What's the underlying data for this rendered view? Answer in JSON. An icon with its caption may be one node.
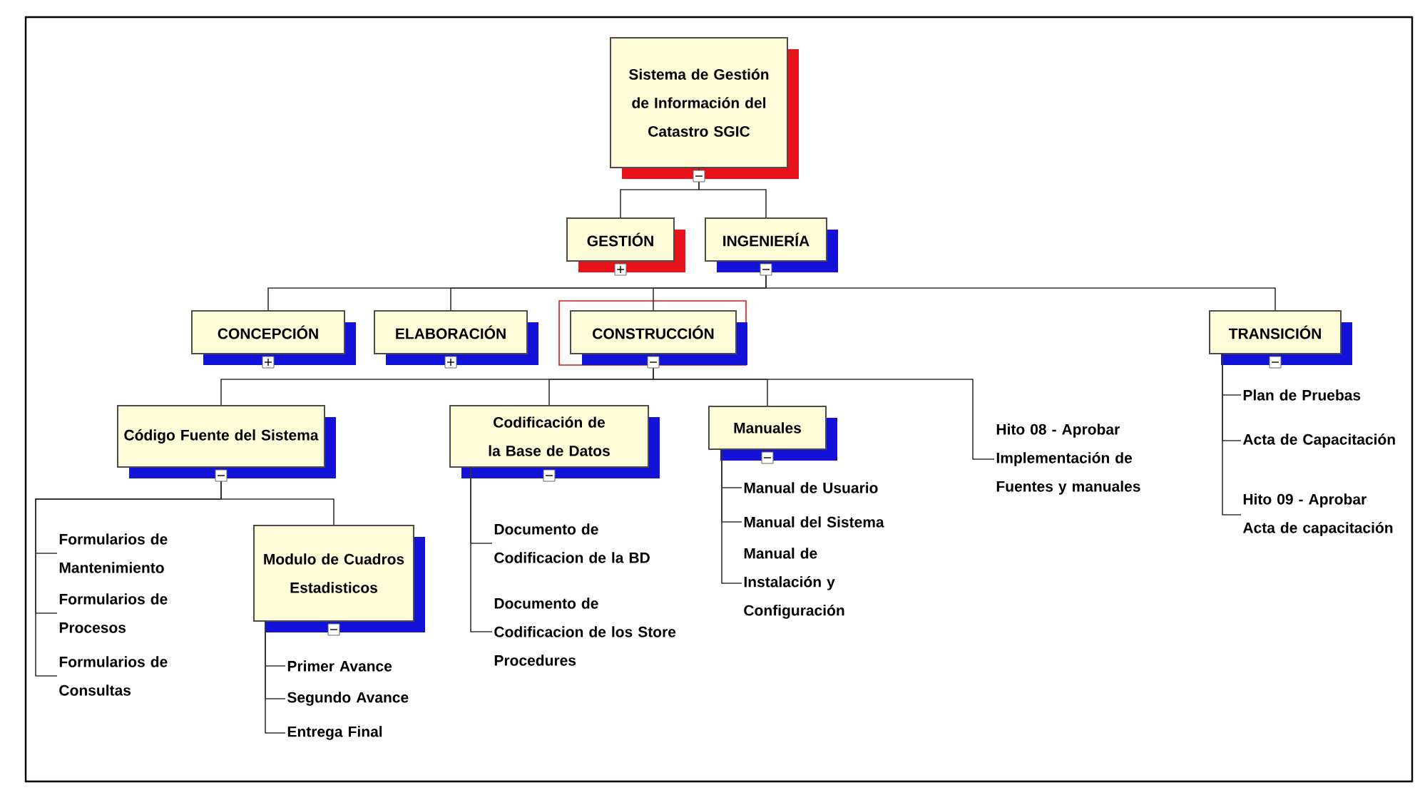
{
  "diagram": {
    "nodes": [
      {
        "text": [
          "Sistema de Gestión de Información del Catastro SGIC"
        ]
      },
      {
        "text": [
          "GESTIÓN"
        ]
      },
      {
        "text": [
          "INGENIERÍA"
        ]
      },
      {
        "text": [
          "CONCEPCIÓN"
        ]
      },
      {
        "text": [
          "ELABORACIÓN"
        ]
      },
      {
        "text": [
          "CONSTRUCCIÓN"
        ]
      },
      {
        "text": [
          "TRANSICIÓN"
        ]
      },
      {
        "text": [
          "Código Fuente del Sistema"
        ]
      },
      {
        "text": [
          "Codificación de la Base de Datos"
        ]
      },
      {
        "text": [
          "Manuales"
        ]
      },
      {
        "text": [
          "Hito 08 - Aprobar Implementación de Fuentes y manuales"
        ]
      },
      {
        "text": [
          "Formularios de Mantenimiento"
        ]
      },
      {
        "text": [
          "Formularios de Procesos"
        ]
      },
      {
        "text": [
          "Formularios de Consultas"
        ]
      },
      {
        "text": [
          "Modulo de Cuadros Estadisticos"
        ]
      },
      {
        "text": [
          "Primer Avance"
        ]
      },
      {
        "text": [
          "Segundo Avance"
        ]
      },
      {
        "text": [
          "Entrega Final"
        ]
      },
      {
        "text": [
          "Documento de Codificacion de la BD"
        ]
      },
      {
        "text": [
          "Documento de Codificacion de los Store Procedures"
        ]
      },
      {
        "text": [
          "Manual de Usuario"
        ]
      },
      {
        "text": [
          "Manual del Sistema"
        ]
      },
      {
        "text": [
          "Manual de Instalación y Configuración"
        ]
      },
      {
        "text": [
          "Plan de Pruebas"
        ]
      },
      {
        "text": [
          "Acta de Capacitación"
        ]
      },
      {
        "text": [
          "Hito 09 - Aprobar Acta de capacitación"
        ]
      }
    ],
    "edges": [
      {
        "from": 0,
        "to": 1,
        "arrow": "none"
      },
      {
        "from": 0,
        "to": 2,
        "arrow": "none"
      },
      {
        "from": 2,
        "to": 3,
        "arrow": "none"
      },
      {
        "from": 2,
        "to": 4,
        "arrow": "none"
      },
      {
        "from": 2,
        "to": 5,
        "arrow": "none"
      },
      {
        "from": 2,
        "to": 6,
        "arrow": "none"
      },
      {
        "from": 5,
        "to": 7,
        "arrow": "none"
      },
      {
        "from": 5,
        "to": 8,
        "arrow": "none"
      },
      {
        "from": 5,
        "to": 9,
        "arrow": "none"
      },
      {
        "from": 5,
        "to": 10,
        "arrow": "none"
      },
      {
        "from": 7,
        "to": 11,
        "arrow": "none"
      },
      {
        "from": 7,
        "to": 12,
        "arrow": "none"
      },
      {
        "from": 7,
        "to": 13,
        "arrow": "none"
      },
      {
        "from": 7,
        "to": 14,
        "arrow": "none"
      },
      {
        "from": 14,
        "to": 15,
        "arrow": "none"
      },
      {
        "from": 14,
        "to": 16,
        "arrow": "none"
      },
      {
        "from": 14,
        "to": 17,
        "arrow": "none"
      },
      {
        "from": 8,
        "to": 18,
        "arrow": "none"
      },
      {
        "from": 8,
        "to": 19,
        "arrow": "none"
      },
      {
        "from": 9,
        "to": 20,
        "arrow": "none"
      },
      {
        "from": 9,
        "to": 21,
        "arrow": "none"
      },
      {
        "from": 9,
        "to": 22,
        "arrow": "none"
      },
      {
        "from": 6,
        "to": 23,
        "arrow": "none"
      },
      {
        "from": 6,
        "to": 24,
        "arrow": "none"
      },
      {
        "from": 6,
        "to": 25,
        "arrow": "none"
      }
    ]
  }
}
